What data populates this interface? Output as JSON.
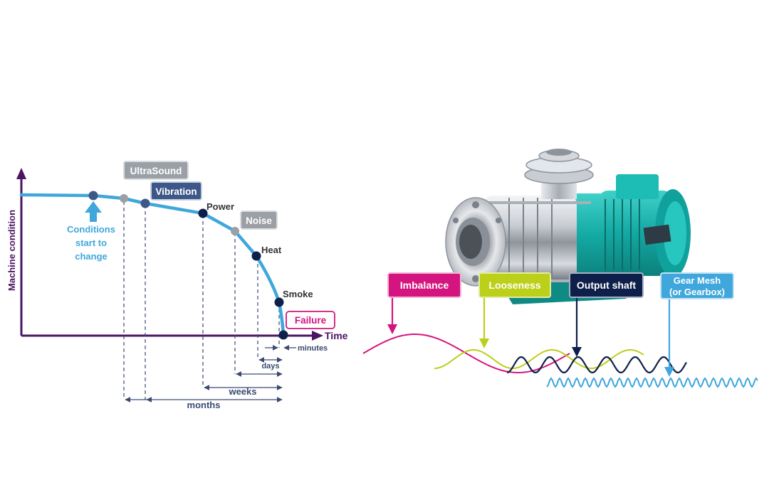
{
  "pf_curve": {
    "y_axis_label": "Machine condition",
    "x_axis_label": "Time",
    "annotation": [
      "Conditions",
      "start to",
      "change"
    ],
    "points": {
      "ultrasound": "UltraSound",
      "vibration": "Vibration",
      "power": "Power",
      "noise": "Noise",
      "heat": "Heat",
      "smoke": "Smoke",
      "failure": "Failure"
    },
    "intervals": {
      "minutes": "minutes",
      "days": "days",
      "weeks": "weeks",
      "months": "months"
    }
  },
  "pump": {
    "labels": {
      "imbalance": "Imbalance",
      "looseness": "Looseness",
      "output_shaft": "Output shaft",
      "gear_mesh_1": "Gear Mesh",
      "gear_mesh_2": "(or Gearbox)"
    }
  },
  "colors": {
    "purple": "#4b1560",
    "curve": "#3fa7dc",
    "navy": "#0e1f4a",
    "grey_box": "#9aa0a6",
    "vibration_box": "#3d5789",
    "magenta": "#d4157f",
    "lime": "#bccf19",
    "dash": "#3a4a72",
    "teal": "#1ab5b0"
  }
}
